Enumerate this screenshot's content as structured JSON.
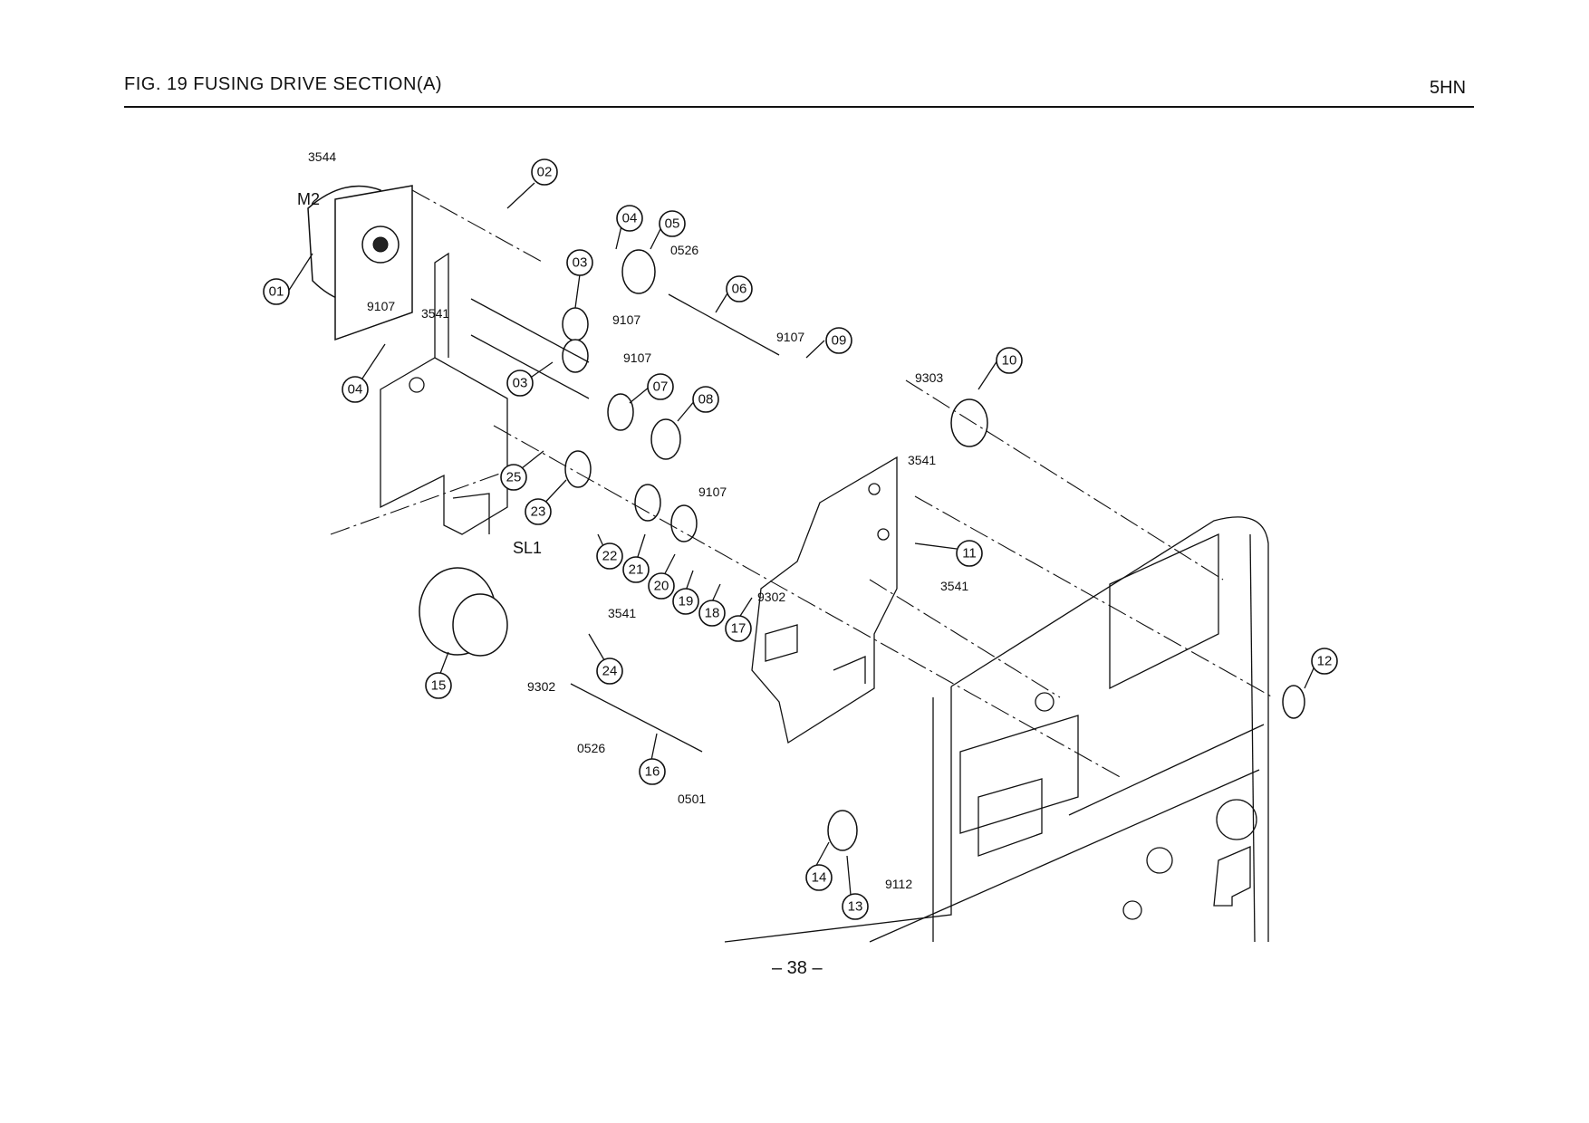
{
  "header": {
    "figure_title": "FIG.  19  FUSING DRIVE SECTION(A)",
    "model_code": "5HN"
  },
  "footer": {
    "page_number": "– 38 –"
  },
  "callouts": [
    "01",
    "02",
    "03",
    "03",
    "04",
    "04",
    "05",
    "06",
    "07",
    "08",
    "09",
    "10",
    "11",
    "12",
    "13",
    "14",
    "15",
    "16",
    "17",
    "18",
    "19",
    "20",
    "21",
    "22",
    "23",
    "24",
    "25"
  ],
  "part_numbers": [
    "3544",
    "9107",
    "3541",
    "0526",
    "9107",
    "9107",
    "9107",
    "9303",
    "3541",
    "3541",
    "9107",
    "9302",
    "3541",
    "9302",
    "0526",
    "0501",
    "9112"
  ],
  "component_labels": [
    "M2",
    "SL1"
  ]
}
